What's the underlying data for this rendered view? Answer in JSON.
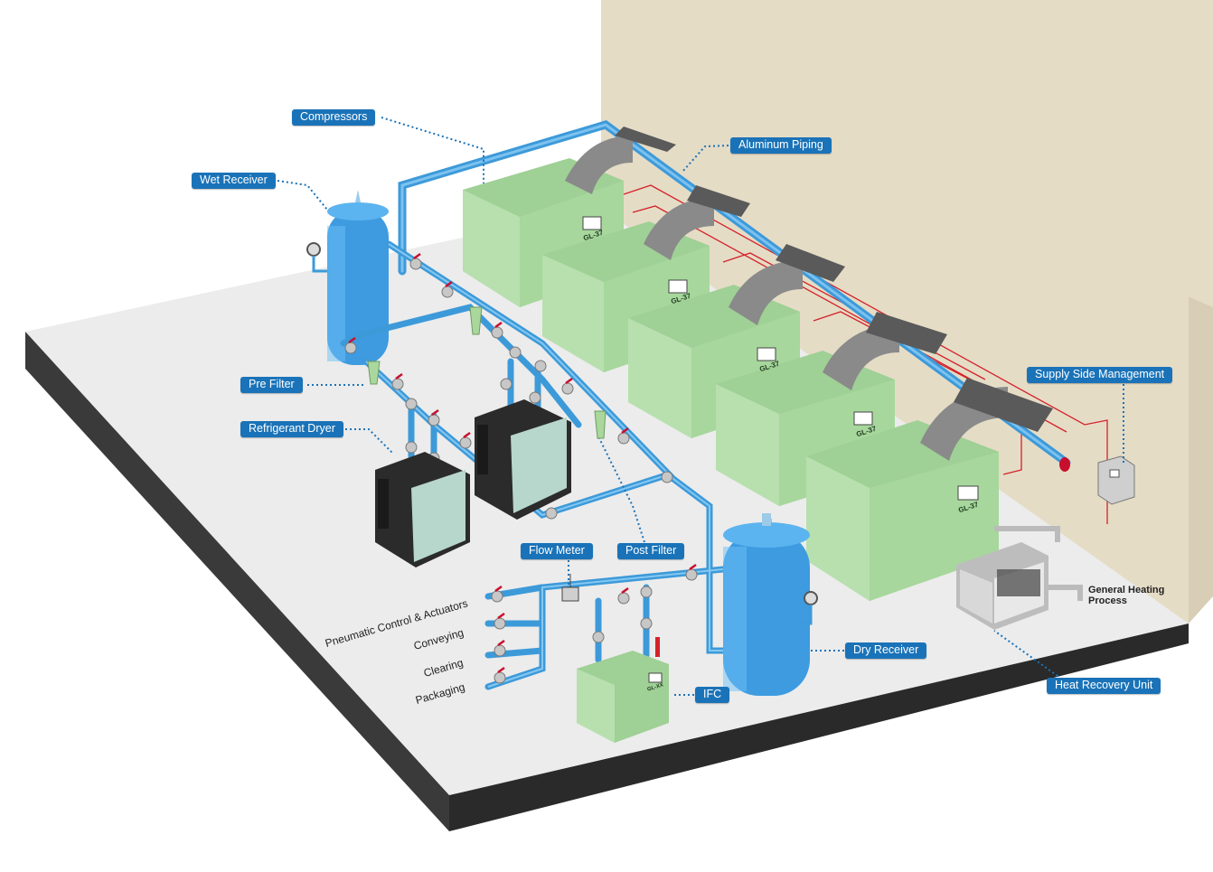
{
  "colors": {
    "callout_bg": "#1a73b8",
    "pipe": "#3d9ad9",
    "receiver": "#3e9be0",
    "compressor": "#a8d5a0",
    "wall": "#e5dcc6",
    "floor": "#ececec",
    "floor_edge": "#333333",
    "signal_line": "#d4222a"
  },
  "callouts": {
    "compressors": "Compressors",
    "aluminum_piping": "Aluminum Piping",
    "wet_receiver": "Wet Receiver",
    "pre_filter": "Pre Filter",
    "refrigerant_dryer": "Refrigerant Dryer",
    "supply_side_management": "Supply Side Management",
    "flow_meter": "Flow Meter",
    "post_filter": "Post Filter",
    "dry_receiver": "Dry Receiver",
    "ifc": "IFC",
    "heat_recovery_unit": "Heat Recovery Unit"
  },
  "general_heating": {
    "line1": "General Heating",
    "line2": "Process"
  },
  "end_uses": [
    "Pneumatic Control & Actuators",
    "Conveying",
    "Clearing",
    "Packaging"
  ],
  "compressor_model": "GL-37",
  "ifc_model": "GL-XX",
  "icons": [
    "pressure-gauge-icon",
    "godrej-logo-icon",
    "valve-icon",
    "control-panel-icon"
  ]
}
